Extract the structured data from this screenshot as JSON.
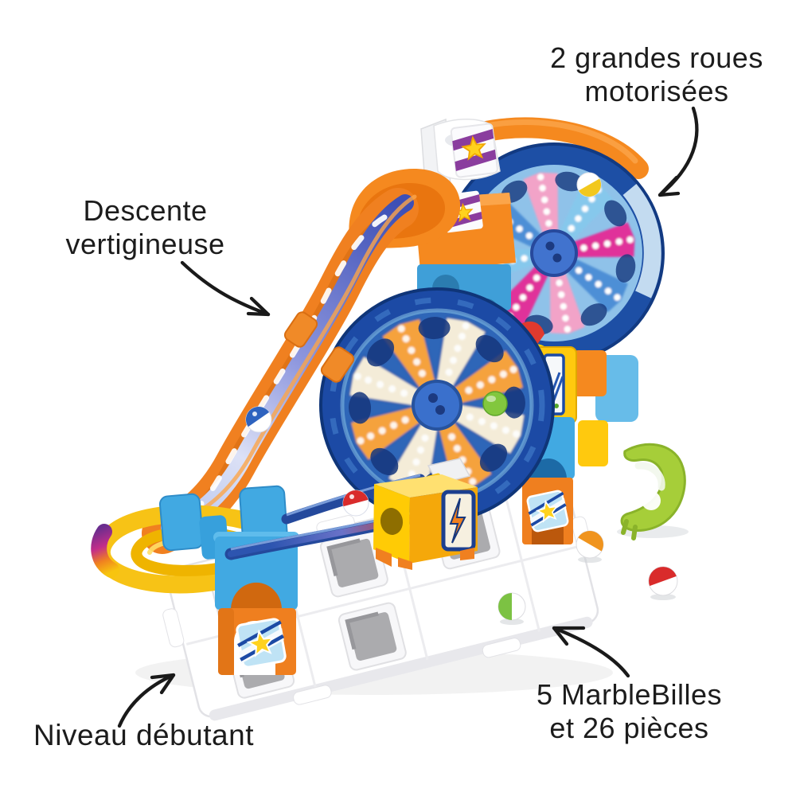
{
  "annotations": {
    "big_wheels": {
      "line1": "2 grandes roues",
      "line2": "motorisées"
    },
    "steep_descent": {
      "line1": "Descente",
      "line2": "vertigineuse"
    },
    "beginner_level": {
      "label": "Niveau débutant"
    },
    "marble_count": {
      "line1": "5 MarbleBilles",
      "line2": "et 26 pièces"
    }
  },
  "colors": {
    "annotation_text": "#1C1C1C",
    "arrow_ink": "#1A1A1A",
    "track_orange": "#F08020",
    "wheel_rim_blue": "#1C4AA5",
    "spoke_pink": "#F2A3C8",
    "spoke_magenta": "#E0319A",
    "spoke_light_blue": "#86C8EC",
    "spoke_orange": "#F5A23C",
    "tower_sky_blue": "#41A9E2",
    "tower_orange": "#EF7F1F",
    "curve_yellow": "#F7C316",
    "motor_yellow": "#FFC90E",
    "piece_lime": "#A6CE39",
    "marble_red": "#D92B2B",
    "marble_green": "#7CC243",
    "marble_orange": "#F0941E",
    "marble_blue": "#2E63BF",
    "badge_star_yellow": "#FFD21E",
    "decal_purple": "#8A3D9E",
    "base_white": "#FFFFFF"
  }
}
